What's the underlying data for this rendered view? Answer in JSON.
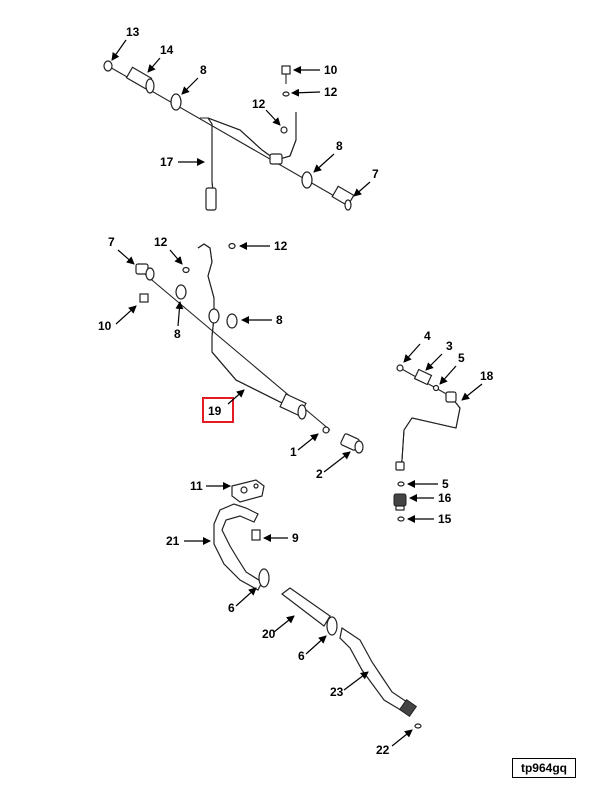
{
  "diagram": {
    "callouts": [
      {
        "label": "13"
      },
      {
        "label": "14"
      },
      {
        "label": "8"
      },
      {
        "label": "10"
      },
      {
        "label": "12"
      },
      {
        "label": "12"
      },
      {
        "label": "17"
      },
      {
        "label": "8"
      },
      {
        "label": "7"
      },
      {
        "label": "7"
      },
      {
        "label": "12"
      },
      {
        "label": "12"
      },
      {
        "label": "10"
      },
      {
        "label": "8"
      },
      {
        "label": "8"
      },
      {
        "label": "19",
        "highlighted": true
      },
      {
        "label": "1"
      },
      {
        "label": "2"
      },
      {
        "label": "4"
      },
      {
        "label": "3"
      },
      {
        "label": "5"
      },
      {
        "label": "18"
      },
      {
        "label": "5"
      },
      {
        "label": "16"
      },
      {
        "label": "15"
      },
      {
        "label": "11"
      },
      {
        "label": "21"
      },
      {
        "label": "9"
      },
      {
        "label": "6"
      },
      {
        "label": "20"
      },
      {
        "label": "6"
      },
      {
        "label": "23"
      },
      {
        "label": "22"
      }
    ],
    "highlight_color": "#e31b23",
    "figure_id": "tp964gq"
  }
}
